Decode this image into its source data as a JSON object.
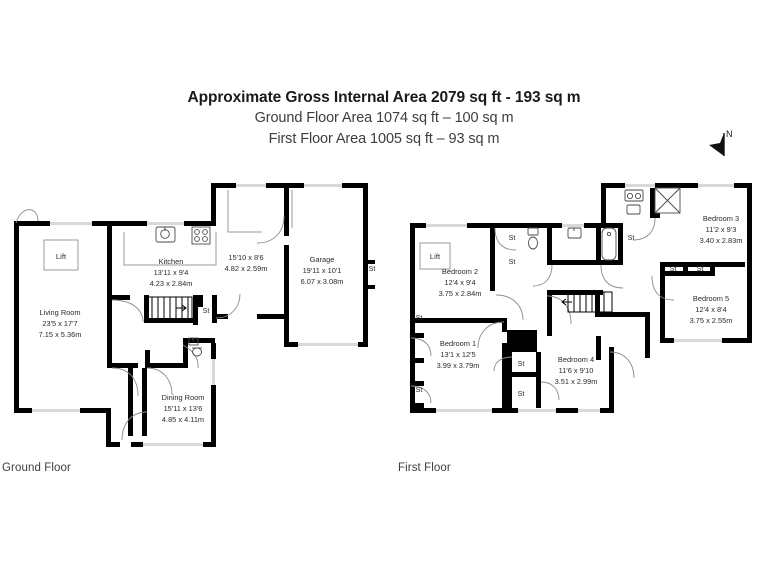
{
  "header": {
    "title": "Approximate Gross Internal Area 2079 sq ft - 193 sq m",
    "subtitle_ground": "Ground Floor Area 1074 sq ft – 100 sq m",
    "subtitle_first": "First Floor Area 1005 sq ft – 93 sq m"
  },
  "compass": {
    "label": "N",
    "icon": "north-arrow-icon"
  },
  "floors": [
    {
      "id": "ground",
      "caption": "Ground Floor",
      "rooms": [
        {
          "name": "Living Room",
          "dim_imperial": "23'5 x 17'7",
          "dim_metric": "7.15 x 5.36m"
        },
        {
          "name": "Kitchen",
          "dim_imperial": "13'11 x 9'4",
          "dim_metric": "4.23 x 2.84m"
        },
        {
          "name": "",
          "dim_imperial": "15'10 x 8'6",
          "dim_metric": "4.82 x 2.59m"
        },
        {
          "name": "Garage",
          "dim_imperial": "19'11 x 10'1",
          "dim_metric": "6.07 x 3.08m"
        },
        {
          "name": "Dining Room",
          "dim_imperial": "15'11 x 13'6",
          "dim_metric": "4.85 x 4.11m"
        }
      ],
      "lift_label": "Lift",
      "storage_labels": [
        "St",
        "St"
      ]
    },
    {
      "id": "first",
      "caption": "First Floor",
      "rooms": [
        {
          "name": "Bedroom 1",
          "dim_imperial": "13'1 x 12'5",
          "dim_metric": "3.99 x 3.79m"
        },
        {
          "name": "Bedroom 2",
          "dim_imperial": "12'4 x 9'4",
          "dim_metric": "3.75 x 2.84m"
        },
        {
          "name": "Bedroom 3",
          "dim_imperial": "11'2 x 9'3",
          "dim_metric": "3.40 x 2.83m"
        },
        {
          "name": "Bedroom 4",
          "dim_imperial": "11'6 x 9'10",
          "dim_metric": "3.51 x 2.99m"
        },
        {
          "name": "Bedroom 5",
          "dim_imperial": "12'4 x 8'4",
          "dim_metric": "3.75 x 2.55m"
        }
      ],
      "lift_label": "Lift",
      "storage_labels": [
        "St",
        "St",
        "St",
        "St",
        "St",
        "St",
        "St",
        "St"
      ]
    }
  ],
  "colors": {
    "wall": "#000000",
    "text": "#2b2b2b",
    "window": "#d9d9d9",
    "background": "#ffffff"
  }
}
